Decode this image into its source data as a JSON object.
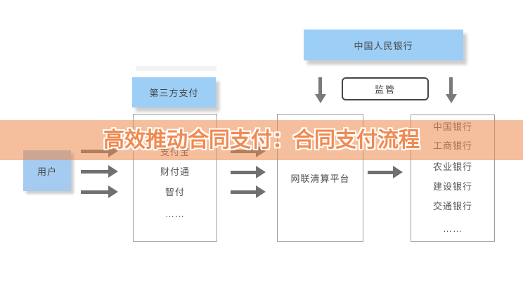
{
  "title": {
    "text": "高效推动合同支付：合同支付流程"
  },
  "nodes": {
    "central_bank": "中国人民银行",
    "supervision": "监管",
    "third_party": "第三方支付",
    "user": "用户",
    "clearing_platform": "网联清算平台"
  },
  "third_party_list": {
    "items": [
      "支付宝",
      "财付通",
      "智付",
      "……"
    ]
  },
  "bank_list": {
    "items": [
      "中国银行",
      "工商银行",
      "农业银行",
      "建设银行",
      "交通银行",
      "……"
    ]
  },
  "colors": {
    "node_blue": "#9dcef6",
    "user_blue": "#a5cbf0",
    "overlay_orange": "rgba(237,137,75,0.55)",
    "title_orange": "#f08a50",
    "arrow_gray": "#707070",
    "border_gray": "#9c9c9c",
    "text_dark": "#4a4a4a"
  }
}
